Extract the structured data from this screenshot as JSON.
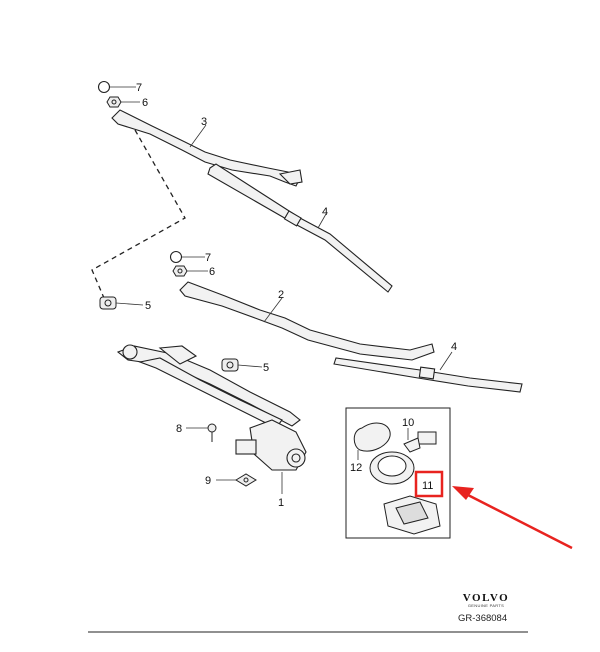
{
  "callouts": {
    "c7a": "7",
    "c6a": "6",
    "c3": "3",
    "c4a": "4",
    "c7b": "7",
    "c6b": "6",
    "c2": "2",
    "c5a": "5",
    "c5b": "5",
    "c4b": "4",
    "c8": "8",
    "c9": "9",
    "c1": "1",
    "c10": "10",
    "c12": "12",
    "c11": "11"
  },
  "brand": {
    "logo": "VOLVO",
    "subtitle": "GENUINE PARTS"
  },
  "reference": "GR-368084",
  "colors": {
    "highlight": "#e8231f",
    "line": "#222222",
    "part_fill": "#f2f2f2"
  }
}
